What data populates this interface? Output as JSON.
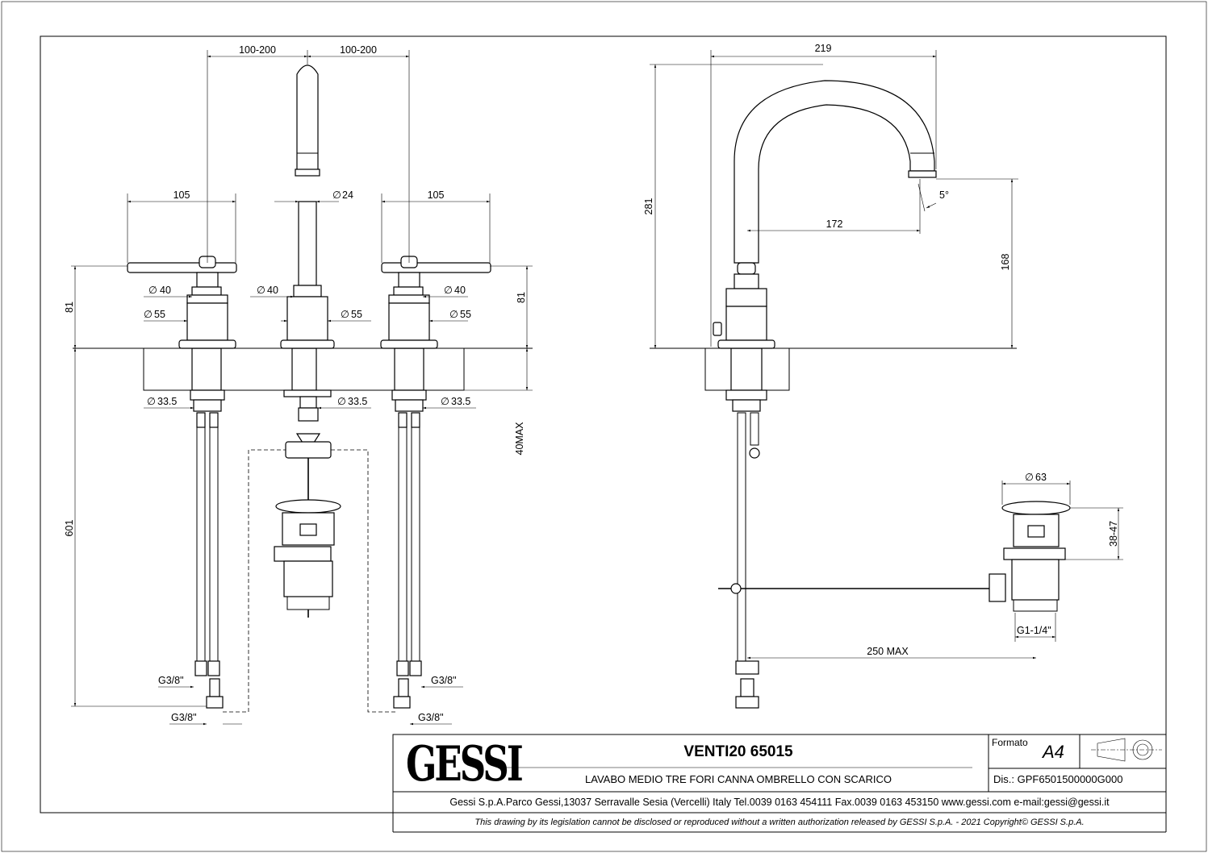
{
  "dimensions_front": {
    "spread_left": "100-200",
    "spread_right": "100-200",
    "lever_left": "105",
    "lever_right": "105",
    "spout_dia": "24",
    "dia40_left": "40",
    "dia40_center": "40",
    "dia40_right": "40",
    "dia55_left": "55",
    "dia55_center": "55",
    "dia55_right": "55",
    "height_left": "81",
    "height_right": "81",
    "dia33_left": "33.5",
    "dia33_center": "33.5",
    "dia33_right": "33.5",
    "deck_max": "40MAX",
    "hose_length": "601",
    "g38_a": "G3/8\"",
    "g38_b": "G3/8\"",
    "g38_c": "G3/8\"",
    "g38_d": "G3/8\""
  },
  "dimensions_side": {
    "width": "219",
    "height": "281",
    "reach": "172",
    "outlet_height": "168",
    "angle": "5°",
    "waste_dia": "63",
    "waste_range": "38-47",
    "waste_thread": "G1-1/4\"",
    "rod_max": "250 MAX"
  },
  "title_block": {
    "logo": "GESSI",
    "product": "VENTI20 65015",
    "description": "LAVABO MEDIO TRE FORI CANNA OMBRELLO CON SCARICO",
    "format_label": "Formato",
    "format_value": "A4",
    "drawing_no": "Dis.: GPF6501500000G000",
    "company": "Gessi S.p.A.Parco Gessi,13037 Serravalle Sesia (Vercelli) Italy Tel.0039 0163 454111 Fax.0039 0163 453150 www.gessi.com e-mail:gessi@gessi.it",
    "disclaimer": "This drawing by its legislation cannot be disclosed or reproduced without a written authorization released by GESSI S.p.A. - 2021 Copyright© GESSI S.p.A."
  }
}
